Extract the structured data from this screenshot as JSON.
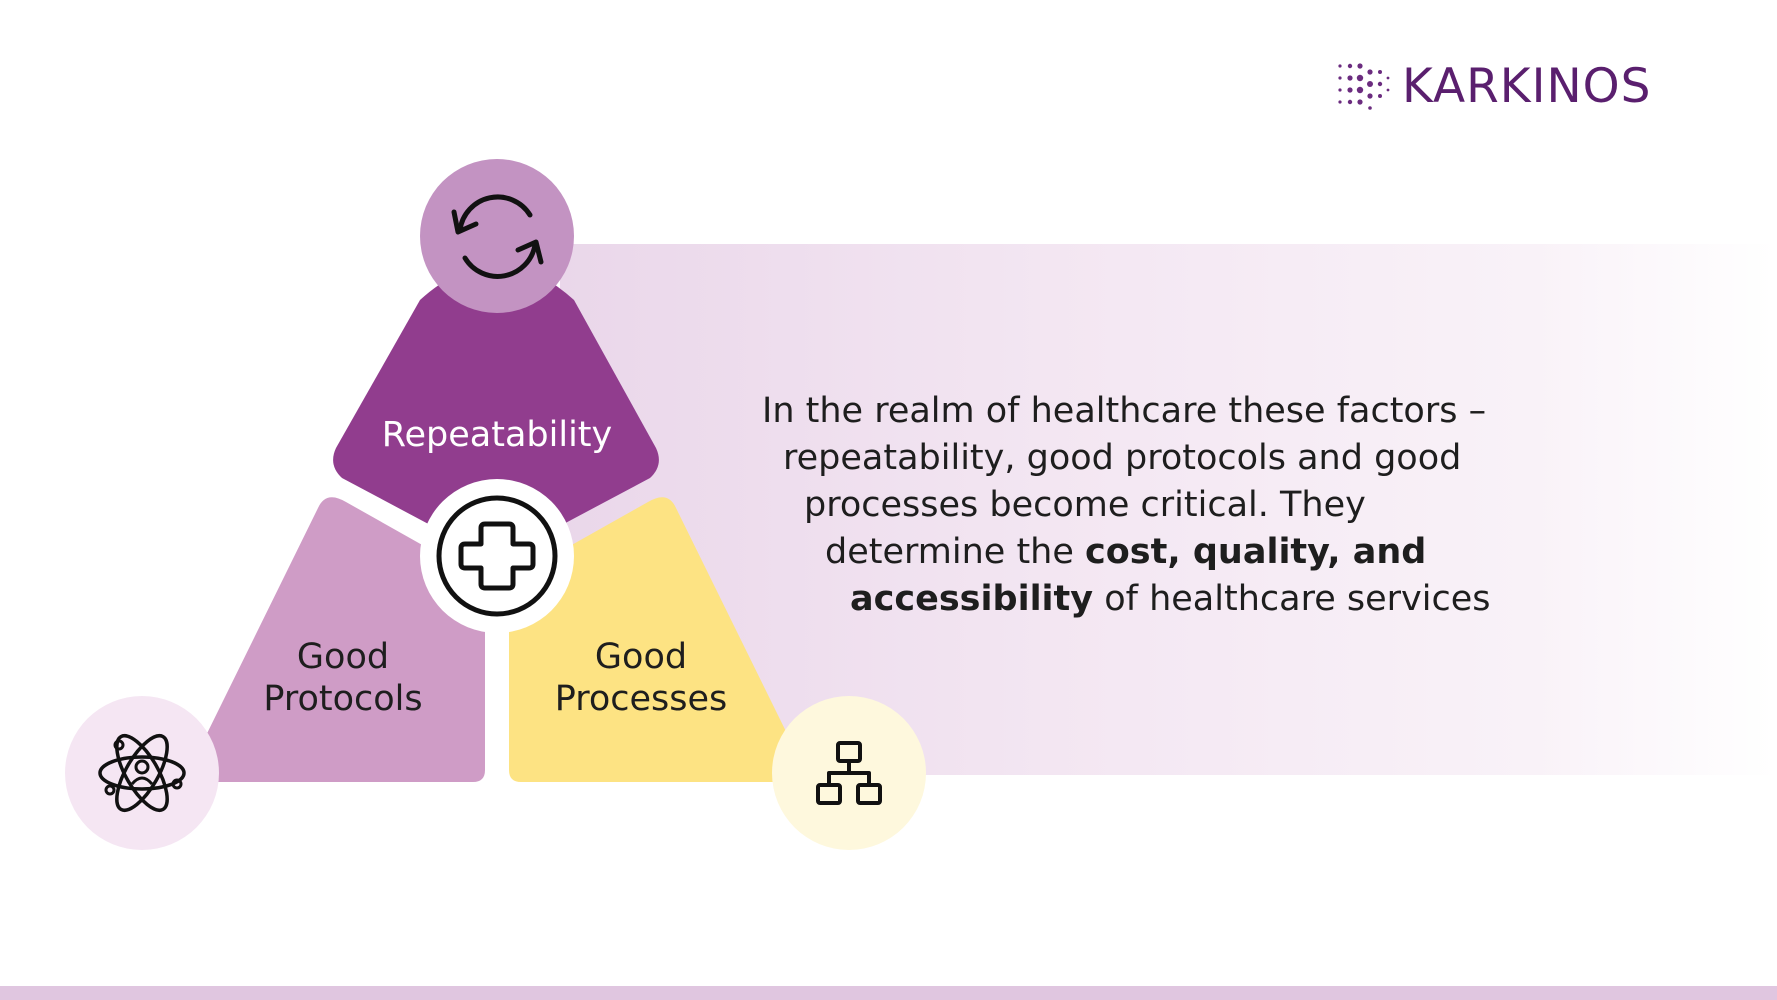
{
  "logo": {
    "wordmark": "KARKINOS",
    "brand_color": "#5a1f6e"
  },
  "diagram": {
    "segments": [
      {
        "label_lines": [
          "Repeatability"
        ],
        "color": "#913d8e",
        "text_color": "#ffffff"
      },
      {
        "label_lines": [
          "Good",
          "Protocols"
        ],
        "color": "#cf9cc6",
        "text_color": "#1e1e1e"
      },
      {
        "label_lines": [
          "Good",
          "Processes"
        ],
        "color": "#fde383",
        "text_color": "#1e1e1e"
      }
    ],
    "icons": {
      "top": {
        "name": "refresh-cycle-icon",
        "bg_color": "#c393c2"
      },
      "center": {
        "name": "medical-cross-icon",
        "bg_color": "#ffffff"
      },
      "bottom_left": {
        "name": "atom-person-icon",
        "bg_color": "#f5e6f3"
      },
      "bottom_right": {
        "name": "hierarchy-network-icon",
        "bg_color": "#fef8dd"
      }
    }
  },
  "content": {
    "line1": "In the realm of healthcare these factors –",
    "line2": "repeatability, good protocols and good",
    "line3": "processes become critical. They",
    "line4_prefix": "determine the ",
    "line4_bold": "cost, quality, and",
    "line5_bold": "accessibility",
    "line5_suffix": " of healthcare services"
  },
  "colors": {
    "band_gradient_start": "#ead7ea",
    "bottom_bar": "#e0c6e0"
  }
}
